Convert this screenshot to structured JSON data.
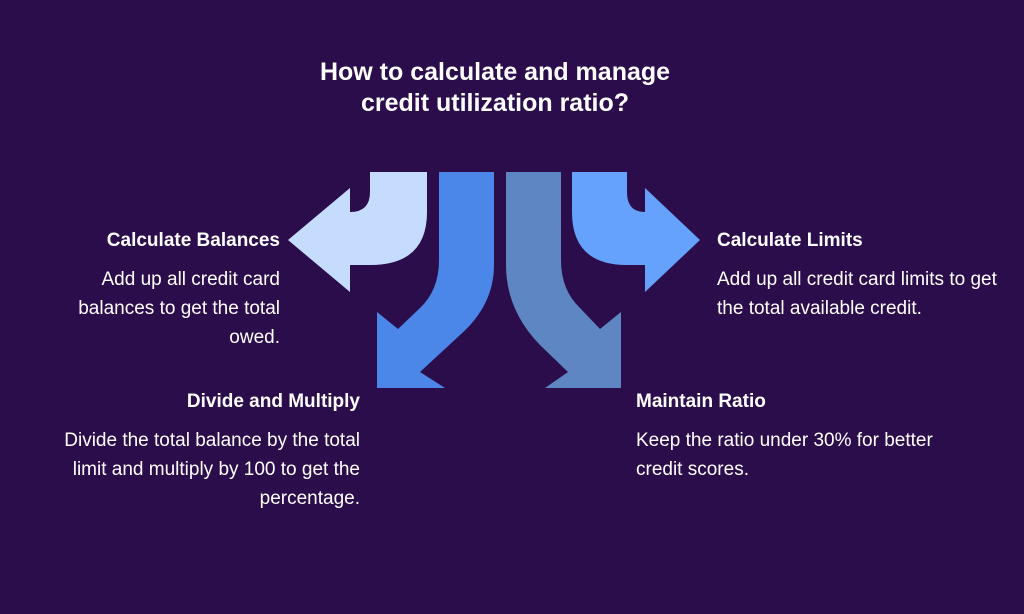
{
  "title": "How to calculate and manage credit utilization ratio?",
  "steps": [
    {
      "heading": "Calculate Balances",
      "text": "Add up all credit card balances to get the total owed.",
      "color": "#c6dcff"
    },
    {
      "heading": "Calculate Limits",
      "text": "Add up all credit card limits to get the total available credit.",
      "color": "#64a2fd"
    },
    {
      "heading": "Divide and Multiply",
      "text": "Divide the total balance by the total limit and multiply by 100 to get the percentage.",
      "color": "#4a87e8"
    },
    {
      "heading": "Maintain Ratio",
      "text": "Keep the ratio under 30% for better credit scores.",
      "color": "#5d86c3"
    }
  ]
}
